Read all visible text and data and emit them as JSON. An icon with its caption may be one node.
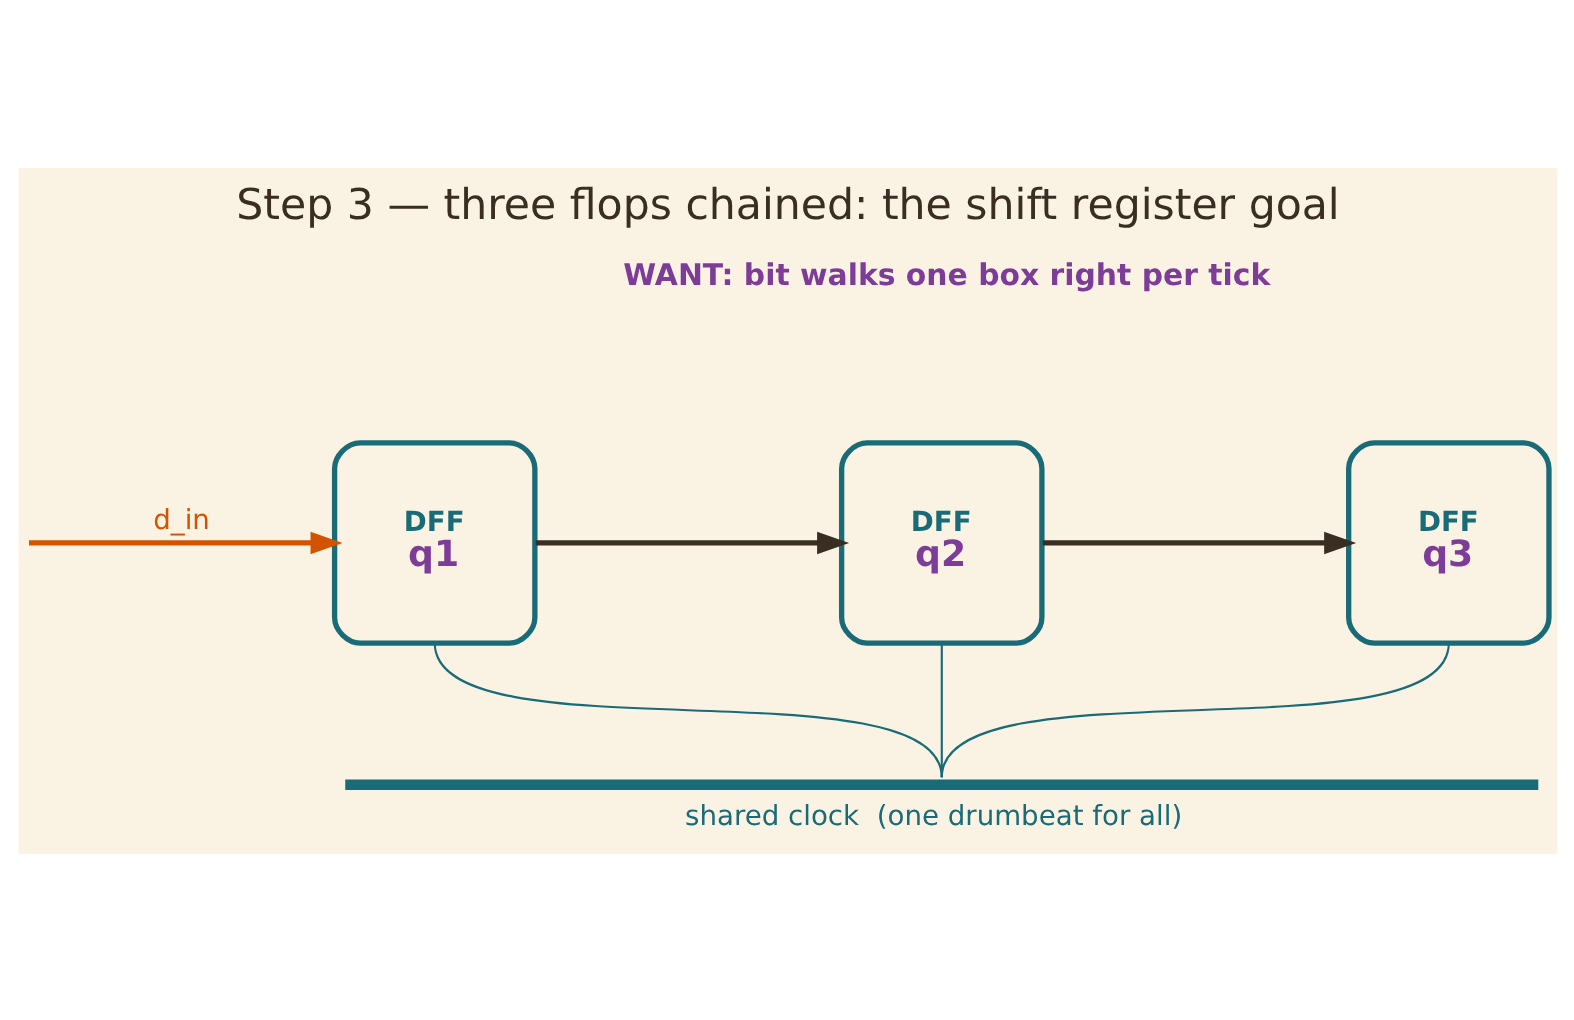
{
  "diagram": {
    "title": "Step 3 — three flops chained: the shift register goal",
    "nodes": [
      {
        "text": [
          "DFF",
          "q1"
        ]
      },
      {
        "text": [
          "DFF",
          "q2"
        ]
      },
      {
        "text": [
          "DFF",
          "q3"
        ]
      },
      {
        "text": [],
        "shape": "bar",
        "beside": [
          "shared clock  (one drumbeat for all)"
        ]
      }
    ],
    "edges": [
      {
        "from": null,
        "to": 0,
        "arrow": "to",
        "label": "d_in",
        "color": "#d35400",
        "style": "thick"
      },
      {
        "from": 0,
        "to": 1,
        "arrow": "to",
        "color": "#3a2e22",
        "style": "thick"
      },
      {
        "from": 1,
        "to": 2,
        "arrow": "to",
        "color": "#3a2e22",
        "style": "thick"
      },
      {
        "from": 0,
        "to": 3,
        "arrow": "none",
        "color": "#1a6b78"
      },
      {
        "from": 1,
        "to": 3,
        "arrow": "none",
        "color": "#1a6b78"
      },
      {
        "from": 2,
        "to": 3,
        "arrow": "none",
        "color": "#1a6b78"
      }
    ],
    "labels": [
      "WANT: bit walks one box right per tick"
    ]
  }
}
